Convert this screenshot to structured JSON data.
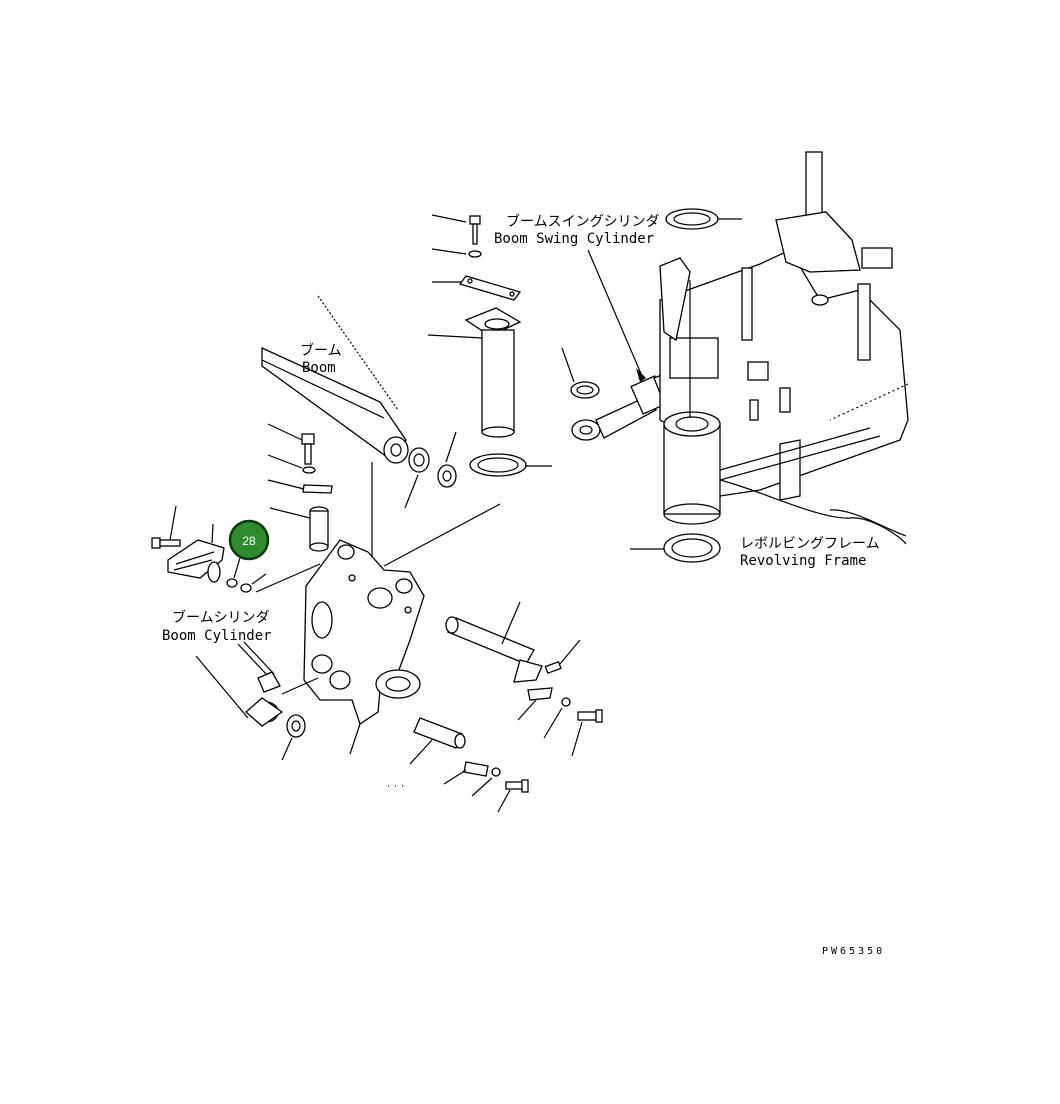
{
  "labels": {
    "boom_swing_cylinder_jp": "ブームスイングシリンダ",
    "boom_swing_cylinder_en": "Boom Swing Cylinder",
    "boom_jp": "ブーム",
    "boom_en": "Boom",
    "boom_cylinder_jp": "ブームシリンダ",
    "boom_cylinder_en": "Boom Cylinder",
    "revolving_frame_jp": "レボルビングフレーム",
    "revolving_frame_en": "Revolving Frame"
  },
  "callout": {
    "number": "28",
    "color": "#2e8b2e",
    "ring": "#0a3a0a"
  },
  "drawing_code": "PW65350"
}
